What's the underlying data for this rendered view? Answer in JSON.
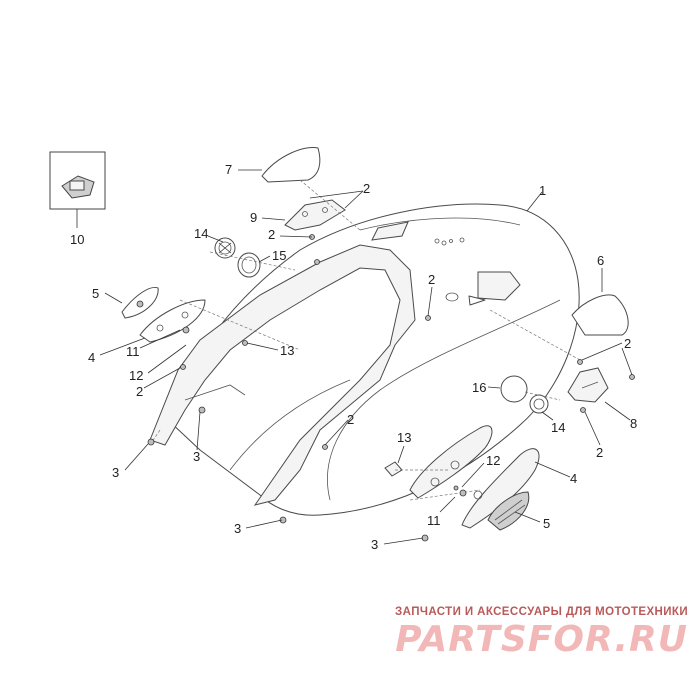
{
  "diagram": {
    "callouts": {
      "n1": "1",
      "n2": "2",
      "n3": "3",
      "n4": "4",
      "n5": "5",
      "n6": "6",
      "n7": "7",
      "n8": "8",
      "n9": "9",
      "n10": "10",
      "n11": "11",
      "n12": "12",
      "n13": "13",
      "n14": "14",
      "n15": "15",
      "n16": "16"
    }
  },
  "watermark": {
    "tagline": "ЗАПЧАСТИ И АКСЕССУАРЫ ДЛЯ МОТОТЕХНИКИ",
    "brand": "PARTSFOR.RU"
  },
  "colors": {
    "line": "#4a4a4a",
    "watermark_text": "#b95a5a",
    "watermark_logo": "#f2b8b8"
  }
}
